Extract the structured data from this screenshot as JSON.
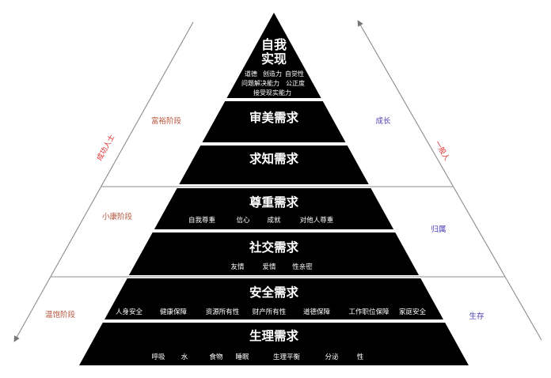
{
  "pyramid": {
    "level_1": {
      "title_1": "自我",
      "title_2": "实现",
      "details": [
        "道德",
        "创造力",
        "自觉性",
        "问题解决能力",
        "公正度",
        "接受现实能力"
      ]
    },
    "level_2": {
      "title": "审美需求"
    },
    "level_3": {
      "title": "求知需求"
    },
    "level_4": {
      "title": "尊重需求",
      "items": [
        "自我尊重",
        "信心",
        "成就",
        "对他人尊重"
      ]
    },
    "level_5": {
      "title": "社交需求",
      "items": [
        "友情",
        "爱情",
        "性亲密"
      ]
    },
    "level_6": {
      "title": "安全需求",
      "items": [
        "人身安全",
        "健康保障",
        "资源所有性",
        "财产所有性",
        "道德保障",
        "工作职位保障",
        "家庭安全"
      ]
    },
    "level_7": {
      "title": "生理需求",
      "items": [
        "呼吸",
        "水",
        "食物",
        "睡眠",
        "生理平衡",
        "分泌",
        "性"
      ]
    }
  },
  "left_side": {
    "stages": [
      "富裕阶段",
      "小康阶段",
      "温饱阶段"
    ],
    "arrow_label": "成功人士"
  },
  "right_side": {
    "stages": [
      "成长",
      "归属",
      "生存"
    ],
    "arrow_label": "一般人"
  },
  "colors": {
    "pyramid": "#000000",
    "stage_label": "#b5533c",
    "growth_label": "#4a3fb5",
    "arrow_label": "#e02b2b",
    "outline": "#8c8c8c"
  }
}
